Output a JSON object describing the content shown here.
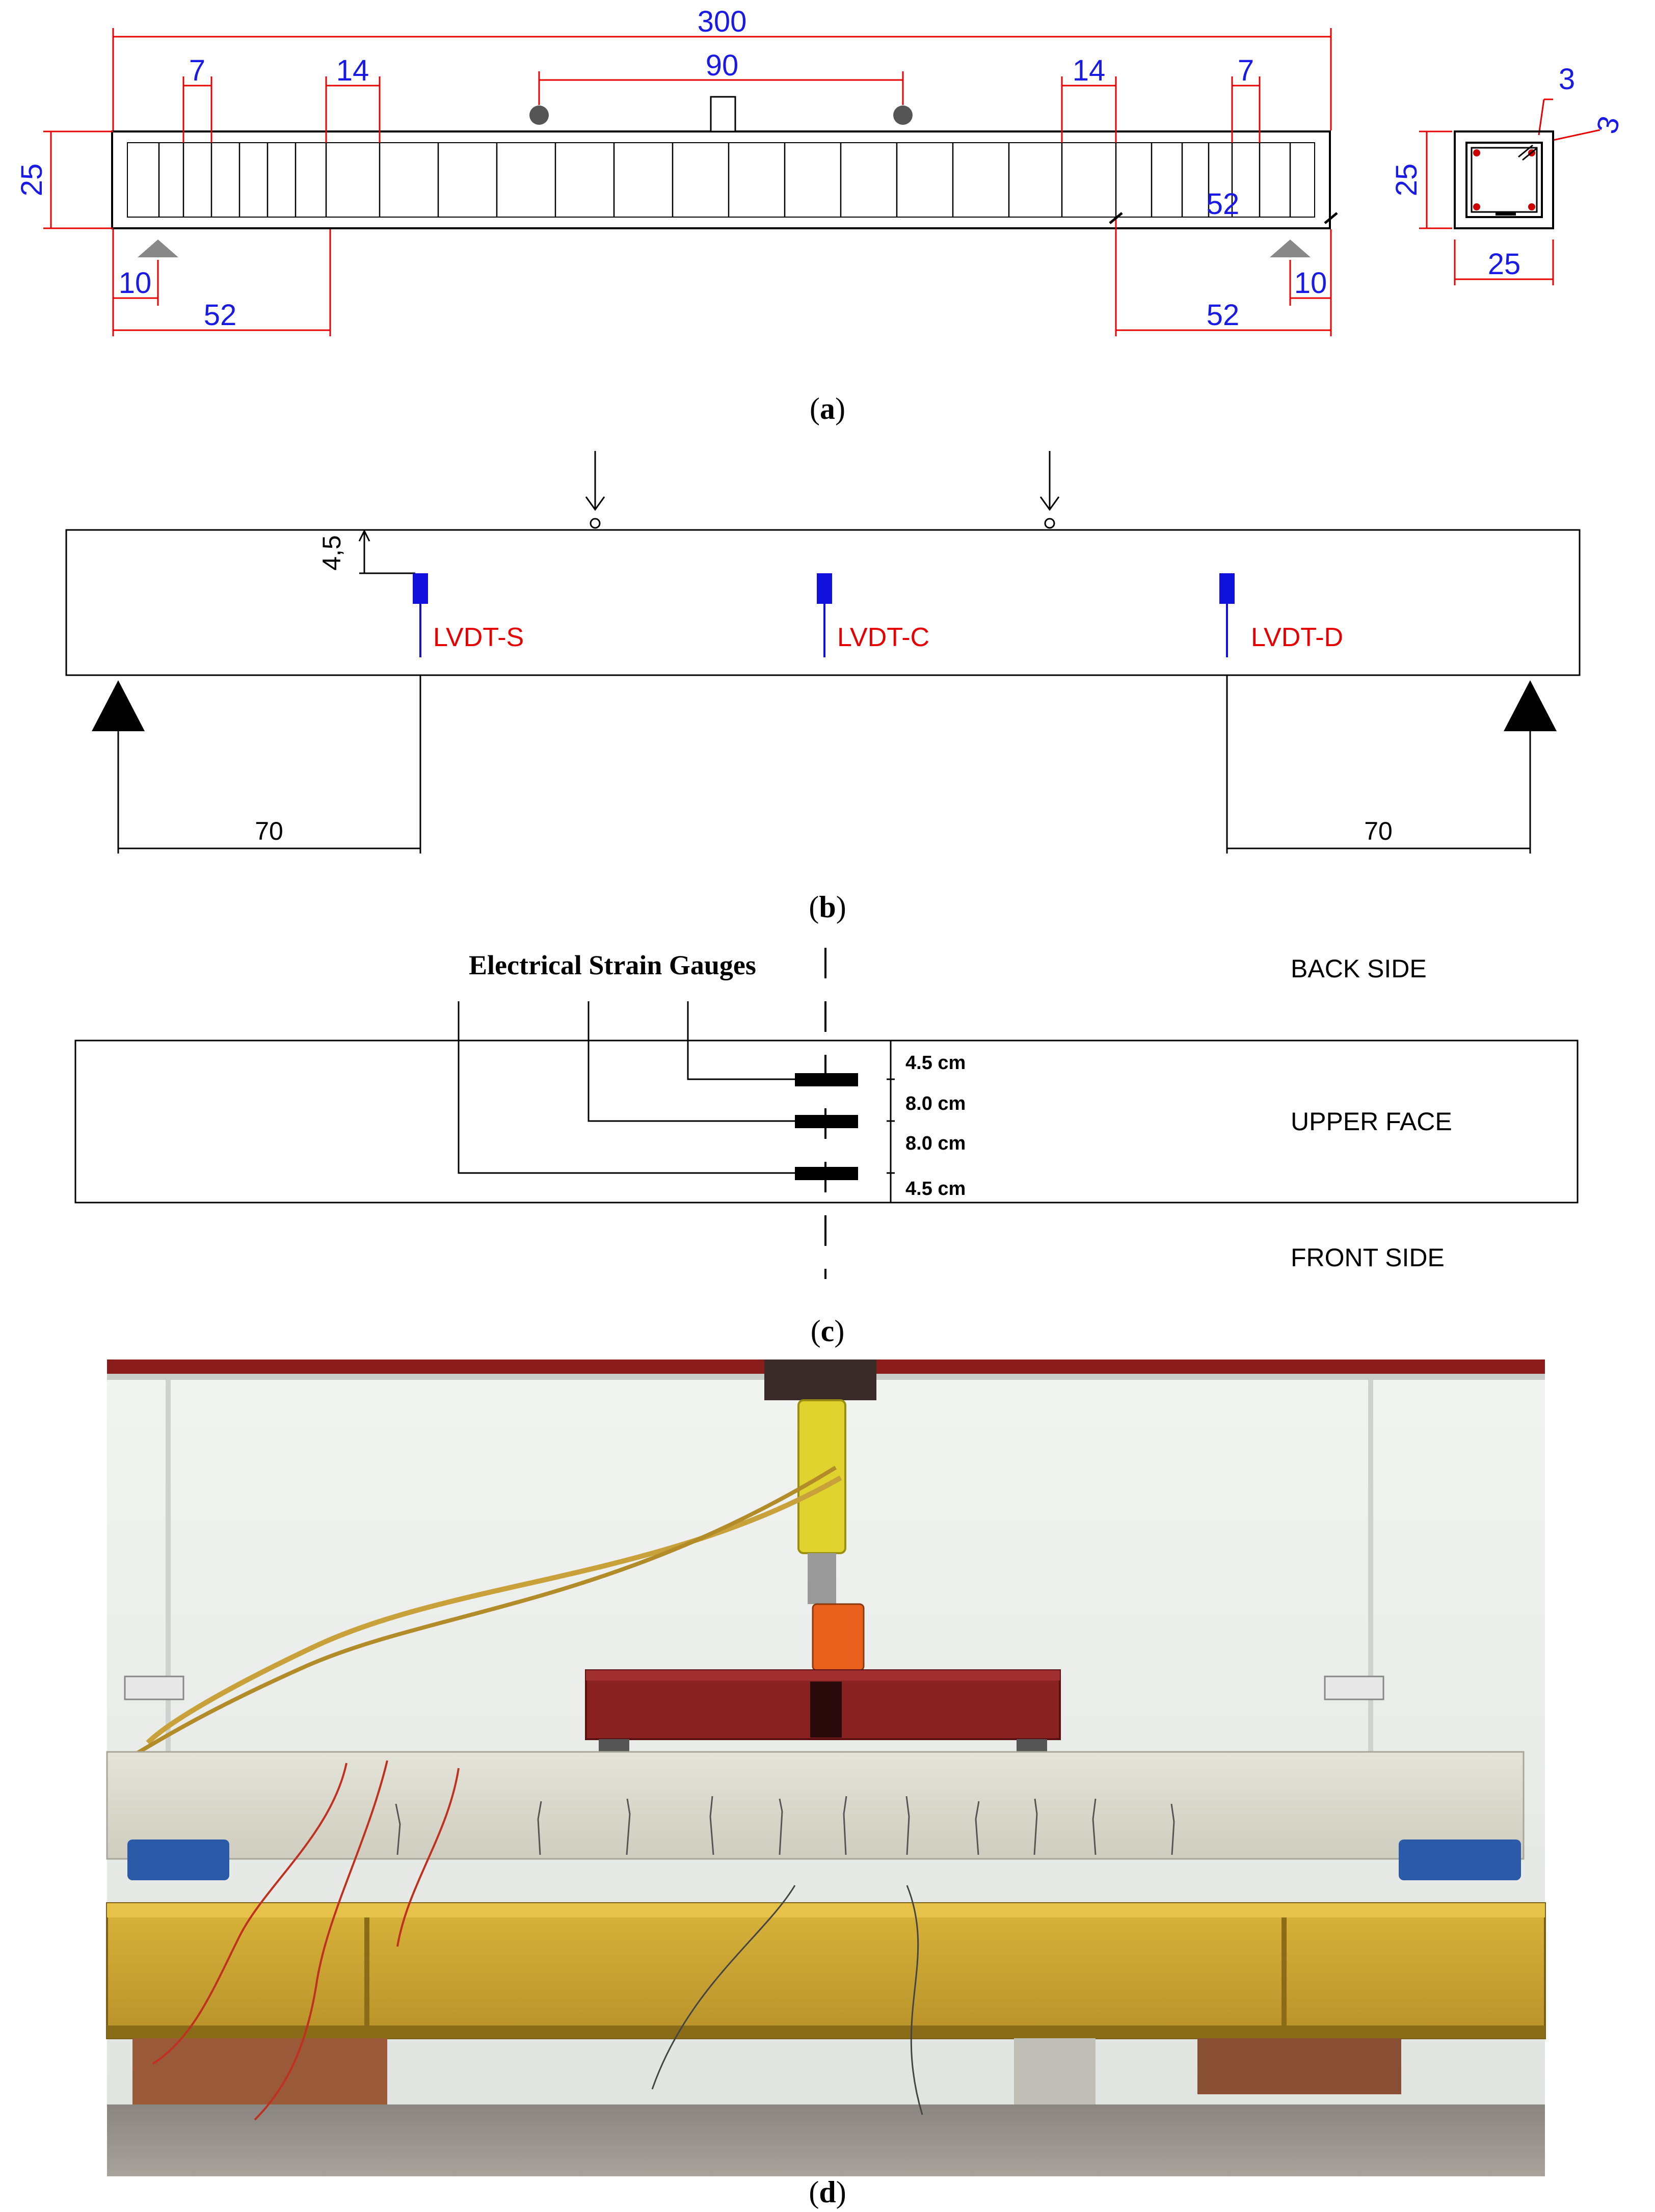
{
  "colors": {
    "dimension_text": "#1a1ae6",
    "dimension_line": "#e60000",
    "lvdt_label": "#e60000",
    "lvdt_body": "#1010dd",
    "support": "#888888",
    "load_point": "#555555"
  },
  "panel_a": {
    "caption_letter": "a",
    "beam_dims": {
      "overall_length": "300",
      "load_span": "90",
      "stirrup_left_7": "7",
      "stirrup_left_14": "14",
      "stirrup_right_14": "14",
      "stirrup_right_7": "7",
      "height": "25",
      "support_left_10": "10",
      "support_right_10": "10",
      "zone_left_52": "52",
      "zone_right_52": "52",
      "zone_right_52_top": "52"
    },
    "section_dims": {
      "height": "25",
      "width": "25",
      "cover_a": "3",
      "cover_b": "3"
    }
  },
  "panel_b": {
    "caption_letter": "b",
    "top_offset": "4,5",
    "lvdts": [
      {
        "label": "LVDT-S"
      },
      {
        "label": "LVDT-C"
      },
      {
        "label": "LVDT-D"
      }
    ],
    "dist_left": "70",
    "dist_right": "70"
  },
  "panel_c": {
    "caption_letter": "c",
    "title": "Electrical Strain Gauges",
    "back_side": "BACK SIDE",
    "upper_face": "UPPER FACE",
    "front_side": "FRONT SIDE",
    "spacings": [
      "4.5 cm",
      "8.0 cm",
      "8.0 cm",
      "4.5 cm"
    ]
  },
  "panel_d": {
    "caption_letter": "d",
    "scene": "test-setup-photo"
  }
}
